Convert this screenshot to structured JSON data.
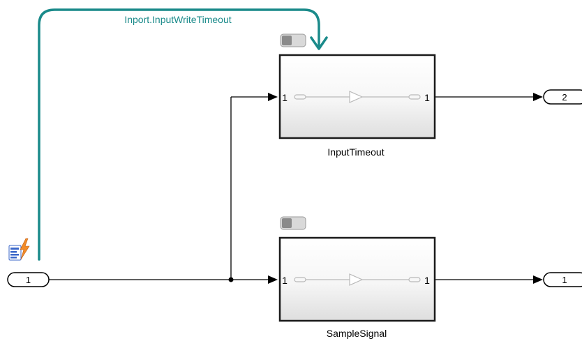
{
  "colors": {
    "signal_line": "#000000",
    "event_line": "#1a8a8a",
    "block_border": "#1a1a1a",
    "block_fill_top": "#ffffff",
    "block_fill_bottom": "#e3e3e3",
    "inner_glyph": "#b9b9b9",
    "toggle_fill": "#d9d9d9",
    "toggle_knob": "#8a8a8a",
    "event_icon_blue": "#3b67c9",
    "event_icon_orange": "#f28c28"
  },
  "event_connection": {
    "label": "Inport.InputWriteTimeout"
  },
  "inport": {
    "number": "1",
    "event_icon": "inport-event-icon"
  },
  "blocks": {
    "input_timeout": {
      "name": "InputTimeout",
      "in_port": "1",
      "out_port": "1",
      "toggle_icon": "toggle-icon"
    },
    "sample_signal": {
      "name": "SampleSignal",
      "in_port": "1",
      "out_port": "1",
      "toggle_icon": "toggle-icon"
    }
  },
  "outports": {
    "top": {
      "number": "2"
    },
    "bottom": {
      "number": "1"
    }
  }
}
